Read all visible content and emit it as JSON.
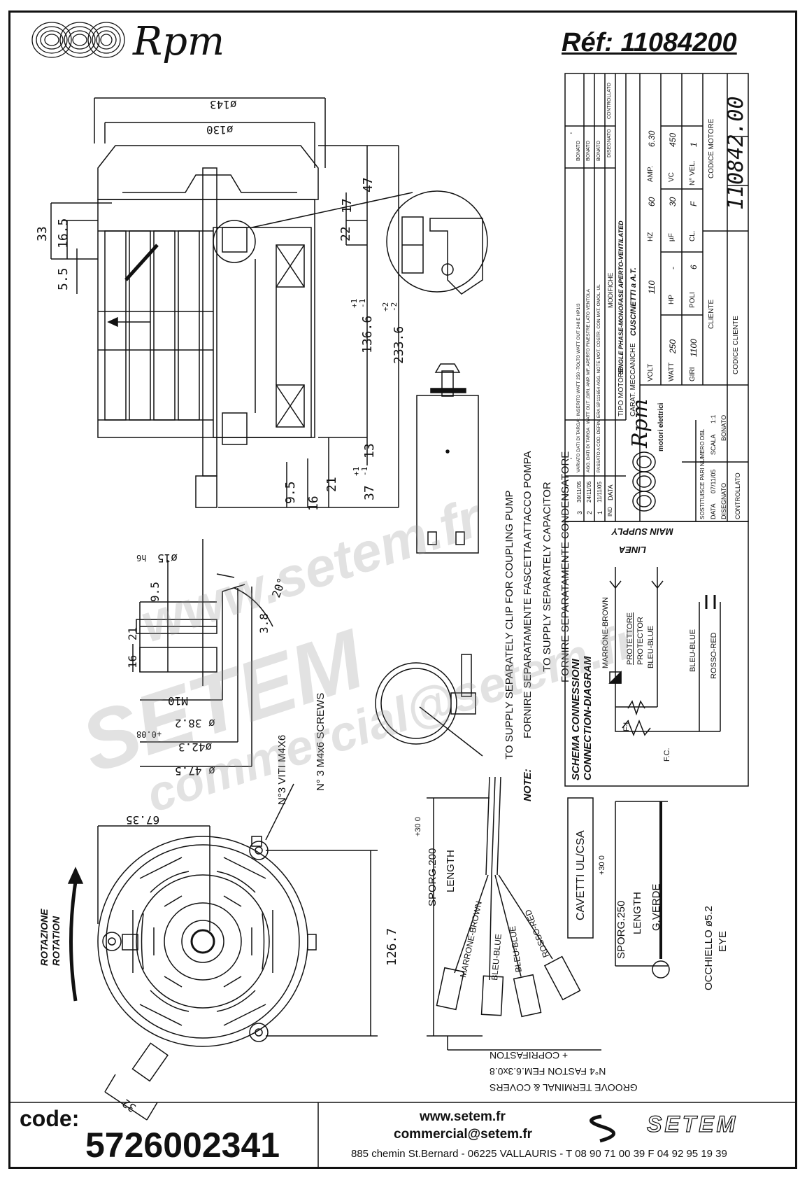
{
  "header": {
    "brand": "Rpm",
    "reference": "Réf:  11084200"
  },
  "dimensions": {
    "d143": "ø143",
    "d130": "ø130",
    "d47": "47",
    "d17": "17",
    "d22": "22",
    "d1366": "136.6",
    "d1366_tol_plus": "+1",
    "d1366_tol_minus": "-1",
    "d2336": "233.6",
    "d2336_tol_plus": "+2",
    "d2336_tol_minus": "-2",
    "d13": "13",
    "d21": "21",
    "d95": "9.5",
    "d16": "16",
    "d37": "37",
    "d37_tol_plus": "+1",
    "d37_tol_minus": "-1",
    "d33": "33",
    "d165": "16.5",
    "d55": "5.5",
    "shaft_d15": "ø15",
    "shaft_h6": "h6",
    "shaft_95": "9.5",
    "shaft_21": "21",
    "shaft_16": "16",
    "shaft_38": "3.8",
    "shaft_20deg": "20°",
    "shaft_m10": "M10",
    "shaft_d382": "ø 38.2",
    "shaft_d423": "ø42.3",
    "shaft_tol": "+0.08",
    "shaft_d475": "ø 47.5",
    "front_6735": "67.35",
    "front_1267": "126.7",
    "front_32": "32"
  },
  "notes": {
    "screws_it": "N°3 VITI M4X6",
    "screws_en": "N° 3 M4x6 SCREWS",
    "rotation_it": "ROTAZIONE",
    "rotation_en": "ROTATION",
    "clip_en": "TO SUPPLY SEPARATELY CLIP FOR COUPLING PUMP",
    "clip_it": "FORNIRE SEPARATAMENTE FASCETTA ATTACCO POMPA",
    "note_label": "NOTE:",
    "capacitor_en": "TO SUPPLY SEPARATELY CAPACITOR",
    "capacitor_it": "FORNIRE SEPARATAMENTE CONDENSATORE",
    "sporg200": "SPORG.200",
    "sporg200_tol": "+30  0",
    "length1": "LENGTH",
    "wire_brown": "MARRONE-BROWN",
    "wire_blue1": "BLEU-BLUE",
    "wire_blue2": "BLEU-BLUE",
    "wire_red": "ROSSO-RED",
    "faston_line1": "GROOVE TERMINAL & COVERS",
    "faston_line2": "N°4 FASTON FEM.6.3x0.8",
    "faston_line3": "+ COPRIFASTON",
    "cavetti": "CAVETTI UL/CSA",
    "sporg250": "SPORG.250",
    "sporg250_tol": "+30  0",
    "length2": "LENGTH",
    "gverde": "G.VERDE",
    "occhiello": "OCCHIELLO ø5.2",
    "eye": "EYE"
  },
  "connection": {
    "title_it": "SCHEMA CONNESSIONI",
    "title_en": "CONNECTION-DIAGRAM",
    "linea": "LINEA",
    "main_supply": "MAIN SUPPLY",
    "brown": "MARRONE-BROWN",
    "protettore": "PROTETTORE",
    "protector": "PROTECTOR",
    "blue_a": "BLEU-BLUE",
    "blue_b": "BLEU-BLUE",
    "red": "ROSSO-RED",
    "fl": "F-L",
    "fc": "F.C."
  },
  "titleblock": {
    "rev_rows": [
      {
        "n": "3",
        "date": "30/11/05",
        "desc": "VARIATO DATI DI TARGA : INSERITO WATT 250 -TOLTO WATT OUT 248 E HP1/3",
        "by": "BONATO"
      },
      {
        "n": "2",
        "date": "24/11/05",
        "desc": "AGG. DATI DI TARGA : WATT OUT ,GIRI, AMP, MF, APERTO FINESTRE LATO VENTOLA",
        "by": "BONATO"
      },
      {
        "n": "1",
        "date": "11/11/05",
        "desc": "PASSATO A COD. DEFIN. ERA SP111654 AGG. NOTE MOT. COSTR. CON MAT. OMOL. UL",
        "by": "BONATO"
      }
    ],
    "rev_head_n": "IND",
    "rev_head_date": "DATA",
    "rev_head_desc": "MODIFICHE",
    "rev_head_by": "DISEGNATO",
    "rev_head_chk": "CONTROLLATO",
    "dash": "-",
    "tipo_motore_label": "TIPO MOTORE",
    "tipo_motore": "SINGLE PHASE-MONOFASE  APERTO-VENTILATED",
    "carat_label": "CARAT. MECCANICHE",
    "carat": "CUSCINETTI a A.T.",
    "volt_label": "VOLT",
    "volt": "110",
    "hz_label": "HZ",
    "hz": "60",
    "amp_label": "AMP.",
    "amp": "6.30",
    "watt_label": "WATT",
    "watt": "250",
    "hp_label": "HP",
    "hp": "-",
    "uf_label": "µF",
    "uf": "30",
    "vc_label": "VC",
    "vc": "450",
    "giri_label": "GIRI",
    "giri": "1100",
    "poli_label": "POLI",
    "poli": "6",
    "cl_label": "CL.",
    "cl": "F",
    "nvel_label": "N° VEL.",
    "nvel": "1",
    "cliente_label": "CLIENTE",
    "codice_motore_label": "CODICE MOTORE",
    "codice_motore": "110842.00",
    "codice_cliente_label": "CODICE CLIENTE",
    "rpm_brand": "Rpm",
    "rpm_sub": "motori elettrici",
    "sostituisce": "SOSTITUISCE PARI NUMERO DEL",
    "sostituisce_val": "-",
    "data_label": "DATA",
    "data": "07/11/05",
    "scala_label": "SCALA",
    "scala": "1:1",
    "disegnato_label": "DISEGNATO",
    "disegnato": "BONATO",
    "controllato_label": "CONTROLLATO"
  },
  "watermark": {
    "site": "www.setem.fr",
    "brand": "SETEM",
    "email": "commercial@setem.fr"
  },
  "footer": {
    "code_label": "code:",
    "code_value": "5726002341",
    "website": "www.setem.fr",
    "email": "commercial@setem.fr",
    "address": "885 chemin St.Bernard  -  06225 VALLAURIS  -  T 08 90 71 00 39   F 04 92 95 19 39",
    "setem_logo": "SETEM"
  }
}
